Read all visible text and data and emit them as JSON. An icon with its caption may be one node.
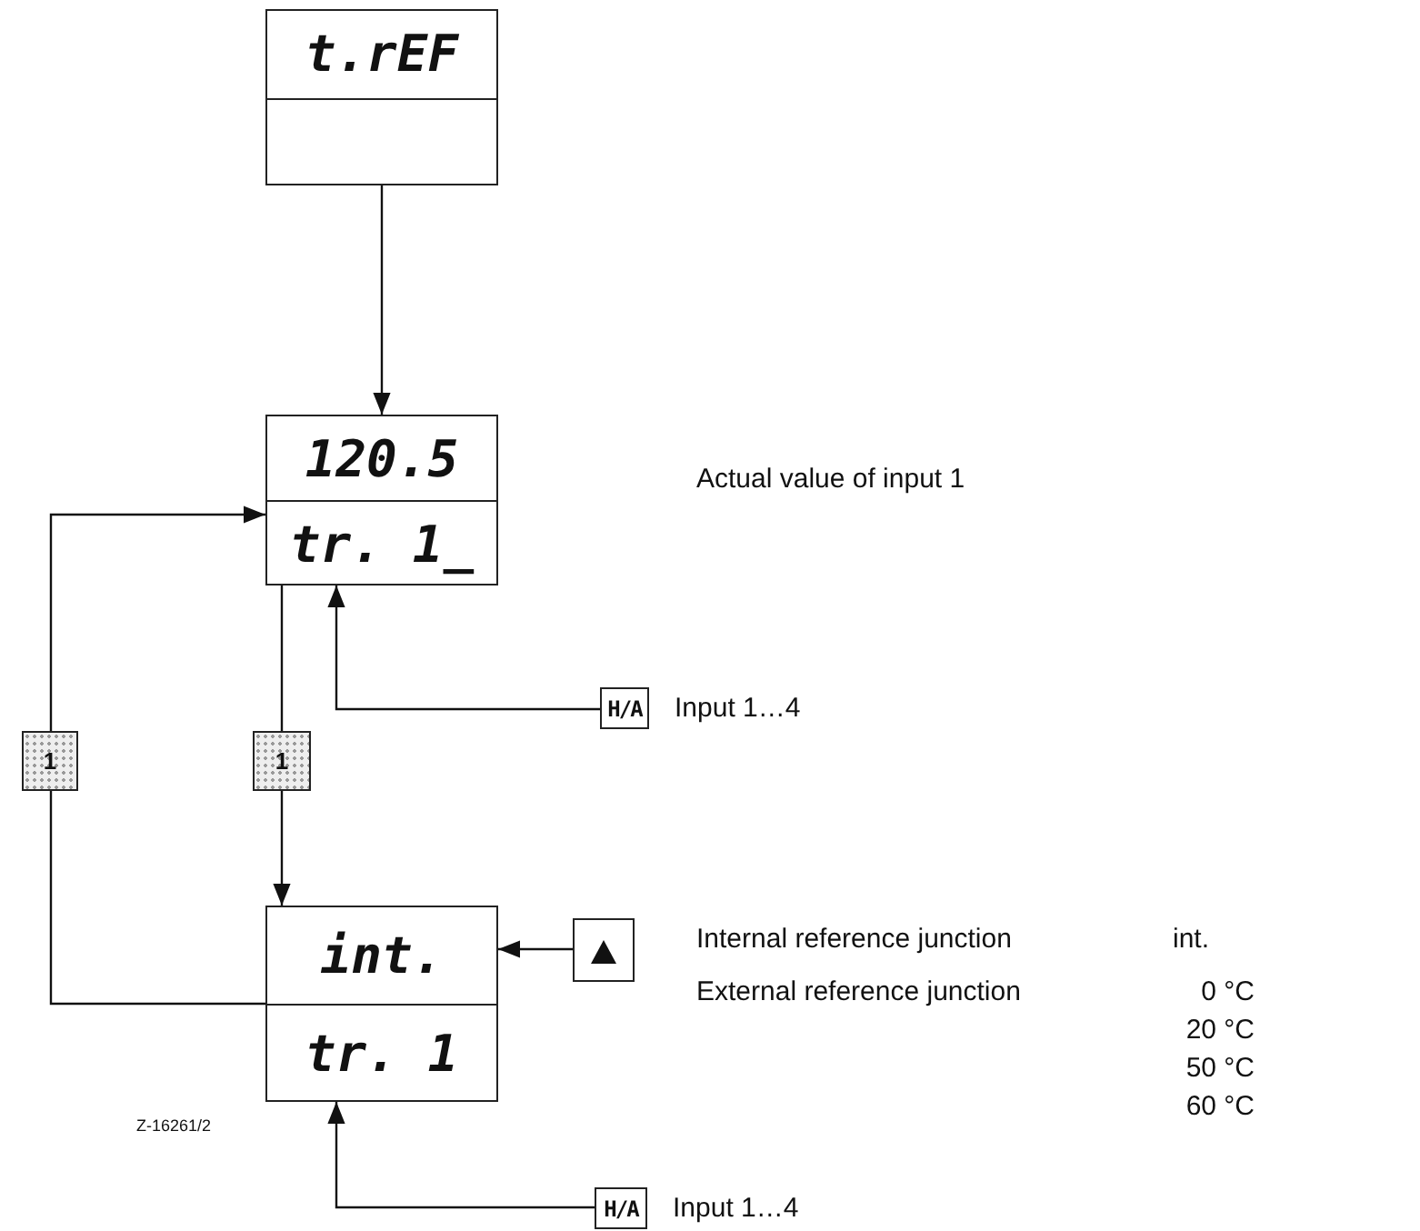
{
  "diagram": {
    "nodes": [
      {
        "text": [
          "t.rEF"
        ]
      },
      {
        "text": [
          "120.5",
          "tr. 1_"
        ]
      },
      {
        "text": [
          "1"
        ]
      },
      {
        "text": [
          "1"
        ]
      },
      {
        "text": [
          "H/A"
        ],
        "beside": [
          "Input 1…4"
        ]
      },
      {
        "text": [
          "int.",
          "tr. 1"
        ]
      },
      {
        "text": [],
        "shape": "box"
      },
      {
        "text": [
          "H/A"
        ],
        "beside": [
          "Input 1…4"
        ]
      }
    ],
    "edges": [
      {
        "from": 0,
        "to": 1,
        "arrow": "to"
      },
      {
        "from": 1,
        "to": 3,
        "arrow": "none"
      },
      {
        "from": 3,
        "to": 5,
        "arrow": "to"
      },
      {
        "from": 5,
        "to": 2,
        "arrow": "none"
      },
      {
        "from": 2,
        "to": 1,
        "arrow": "to"
      },
      {
        "from": 4,
        "to": 1,
        "arrow": "to"
      },
      {
        "from": 6,
        "to": 5,
        "arrow": "to"
      },
      {
        "from": 7,
        "to": 5,
        "arrow": "to"
      }
    ],
    "labels": [
      "Actual value of input 1",
      "Internal reference junction",
      "int.",
      "External reference junction",
      "0 °C",
      "20 °C",
      "50 °C",
      "60 °C",
      "Z-16261/2"
    ]
  }
}
